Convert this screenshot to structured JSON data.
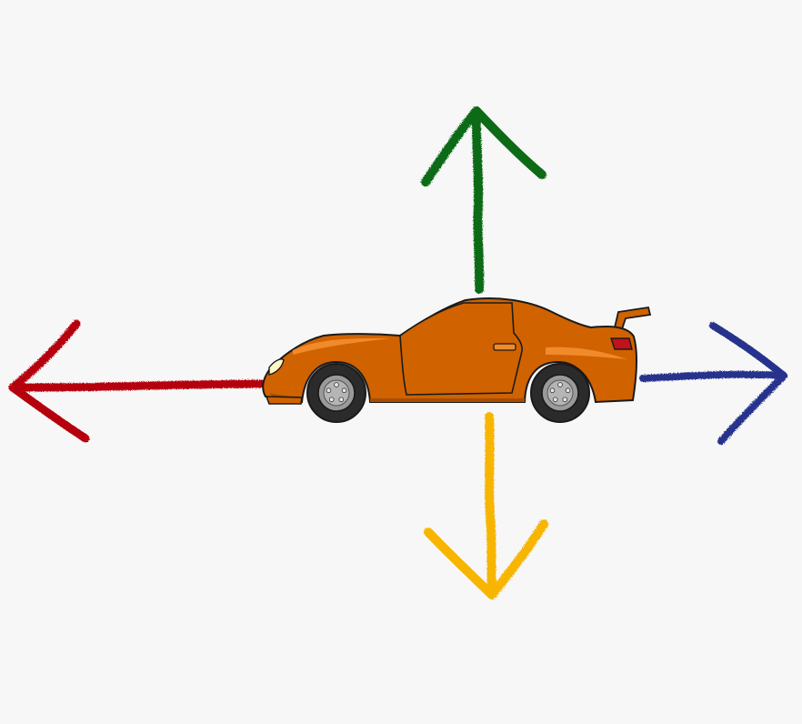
{
  "scene": {
    "background": "#f7f7f7",
    "subject": "car-illustration",
    "colors": {
      "car_body": "#d06200",
      "car_body_dark": "#a84c00",
      "car_highlight": "#f08a2a",
      "window": "#dff1f3",
      "outline": "#1a1a1a",
      "tire": "#2b2b2b",
      "rim": "#9a9a9a",
      "tail_light": "#c0121a",
      "head_light": "#fff6c8"
    },
    "arrows": [
      {
        "name": "arrow-left",
        "direction": "left",
        "color": "#b5000b"
      },
      {
        "name": "arrow-up",
        "direction": "up",
        "color": "#0c6b12"
      },
      {
        "name": "arrow-right",
        "direction": "right",
        "color": "#26338c"
      },
      {
        "name": "arrow-down",
        "direction": "down",
        "color": "#f7b500"
      }
    ]
  }
}
